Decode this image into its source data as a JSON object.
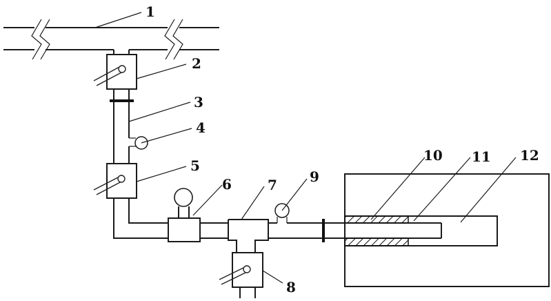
{
  "diagram": {
    "title": "",
    "colors": {
      "line": "#1a1a1a",
      "background": "#ffffff"
    },
    "components": [
      {
        "id": "1",
        "label": "1",
        "kind": "main-pipe"
      },
      {
        "id": "2",
        "label": "2",
        "kind": "valve"
      },
      {
        "id": "3",
        "label": "3",
        "kind": "pipe"
      },
      {
        "id": "4",
        "label": "4",
        "kind": "gauge"
      },
      {
        "id": "5",
        "label": "5",
        "kind": "valve"
      },
      {
        "id": "6",
        "label": "6",
        "kind": "meter-with-gauge"
      },
      {
        "id": "7",
        "label": "7",
        "kind": "tee"
      },
      {
        "id": "8",
        "label": "8",
        "kind": "valve"
      },
      {
        "id": "9",
        "label": "9",
        "kind": "gauge"
      },
      {
        "id": "10",
        "label": "10",
        "kind": "packer-seal"
      },
      {
        "id": "11",
        "label": "11",
        "kind": "borehole"
      },
      {
        "id": "12",
        "label": "12",
        "kind": "coal-seam-body"
      }
    ]
  }
}
